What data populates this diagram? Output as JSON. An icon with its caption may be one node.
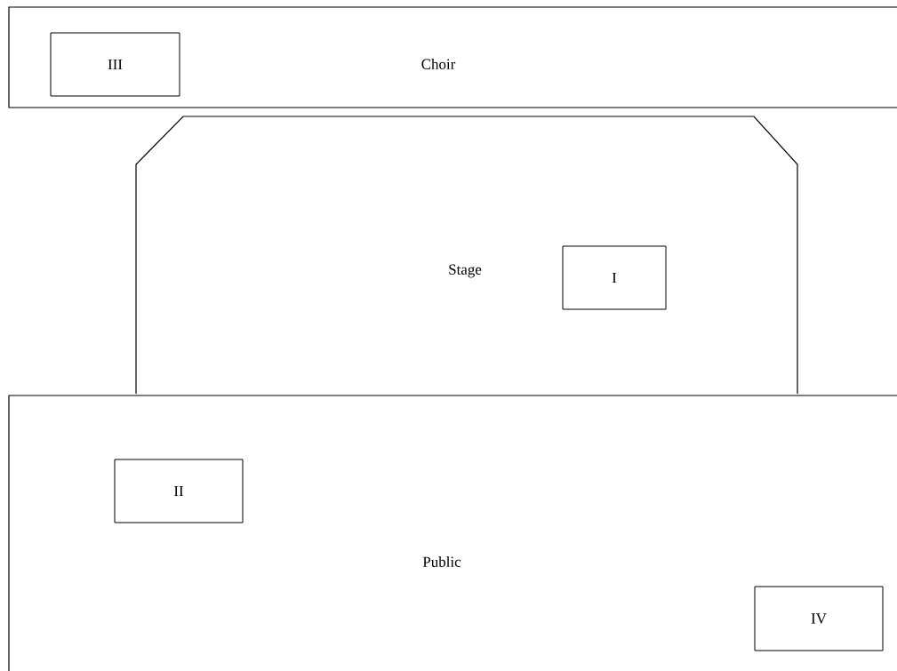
{
  "diagram": {
    "nodes": [
      {
        "text": [
          "Choir"
        ]
      },
      {
        "text": [
          "III"
        ],
        "in": 0
      },
      {
        "text": [
          "Stage"
        ]
      },
      {
        "text": [
          "I"
        ],
        "in": 2
      },
      {
        "text": [
          "Public"
        ]
      },
      {
        "text": [
          "II"
        ],
        "in": 4
      },
      {
        "text": [
          "IV"
        ],
        "in": 4
      }
    ]
  }
}
